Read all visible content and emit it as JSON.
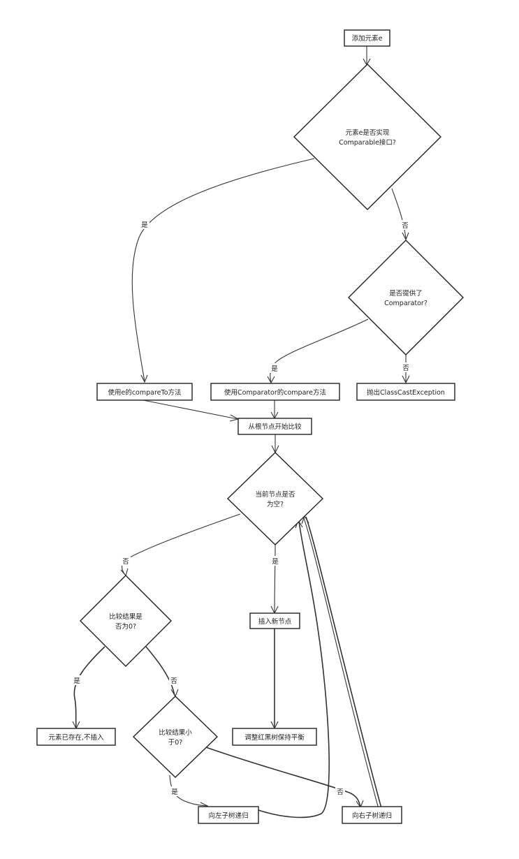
{
  "nodes": {
    "add_element": "添加元素e",
    "implements_comparable": [
      "元素e是否实现",
      "Comparable接口?"
    ],
    "provides_comparator": [
      "是否提供了",
      "Comparator?"
    ],
    "use_compareto": "使用e的compareTo方法",
    "use_comparator": "使用Comparator的compare方法",
    "throw_exception": "抛出ClassCastException",
    "start_from_root": "从根节点开始比较",
    "current_node_empty": [
      "当前节点是否",
      "为空?"
    ],
    "compare_result_zero": [
      "比较结果是",
      "否为0?"
    ],
    "insert_node": "插入新节点",
    "element_exists": "元素已存在,不插入",
    "compare_result_less": [
      "比较结果小",
      "于0?"
    ],
    "rebalance": "调整红黑树保持平衡",
    "recurse_left": "向左子树递归",
    "recurse_right": "向右子树递归"
  },
  "edge_labels": {
    "comparable_yes": "是",
    "comparable_no": "否",
    "comparator_yes": "是",
    "comparator_no": "否",
    "empty_no": "否",
    "empty_yes": "是",
    "zero_yes": "是",
    "zero_no": "否",
    "less_yes": "是",
    "less_no": "否"
  }
}
